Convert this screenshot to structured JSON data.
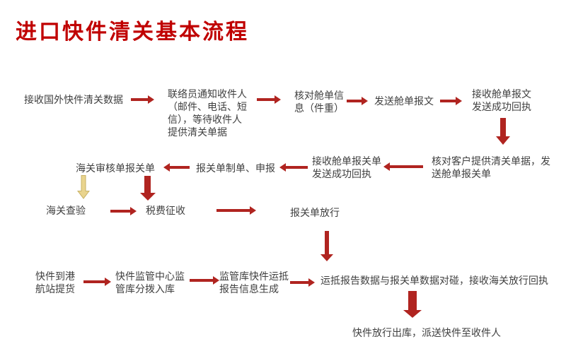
{
  "title": "进口快件清关基本流程",
  "colors": {
    "title": "#c00000",
    "arrow": "#b02420",
    "text": "#3f3f3f",
    "yellow_fill": "#e9d48e",
    "yellow_border": "#c8b266"
  },
  "nodes": {
    "receive_overseas_data": "接收国外快件清关数据",
    "notify_recipient": "联络员通知收件人\n（邮件、电话、短\n信），等待收件人\n提供清关单据",
    "verify_manifest_info": "核对舱单信\n息（件重）",
    "send_manifest_message": "发送舱单报文",
    "receive_manifest_receipt": "接收舱单报文\n发送成功回执",
    "verify_customer_docs": "核对客户提供清关单据，发\n送舱单报关单",
    "receive_declaration_receipt": "接收舱单报关单\n发送成功回执",
    "prepare_declaration": "报关单制单、申报",
    "customs_review": "海关审核单报关单",
    "customs_inspection": "海关查验",
    "tax_collection": "税费征收",
    "declaration_release": "报关单放行",
    "pickup_at_port": "快件到港\n航站提货",
    "supervision_warehouse": "快件监管中心监\n管库分拨入库",
    "arrival_report": "监管库快件运抵\n报告信息生成",
    "data_matching": "运抵报告数据与报关单数据对碰，接收海关放行回执",
    "release_delivery": "快件放行出库，派送快件至收件人"
  }
}
